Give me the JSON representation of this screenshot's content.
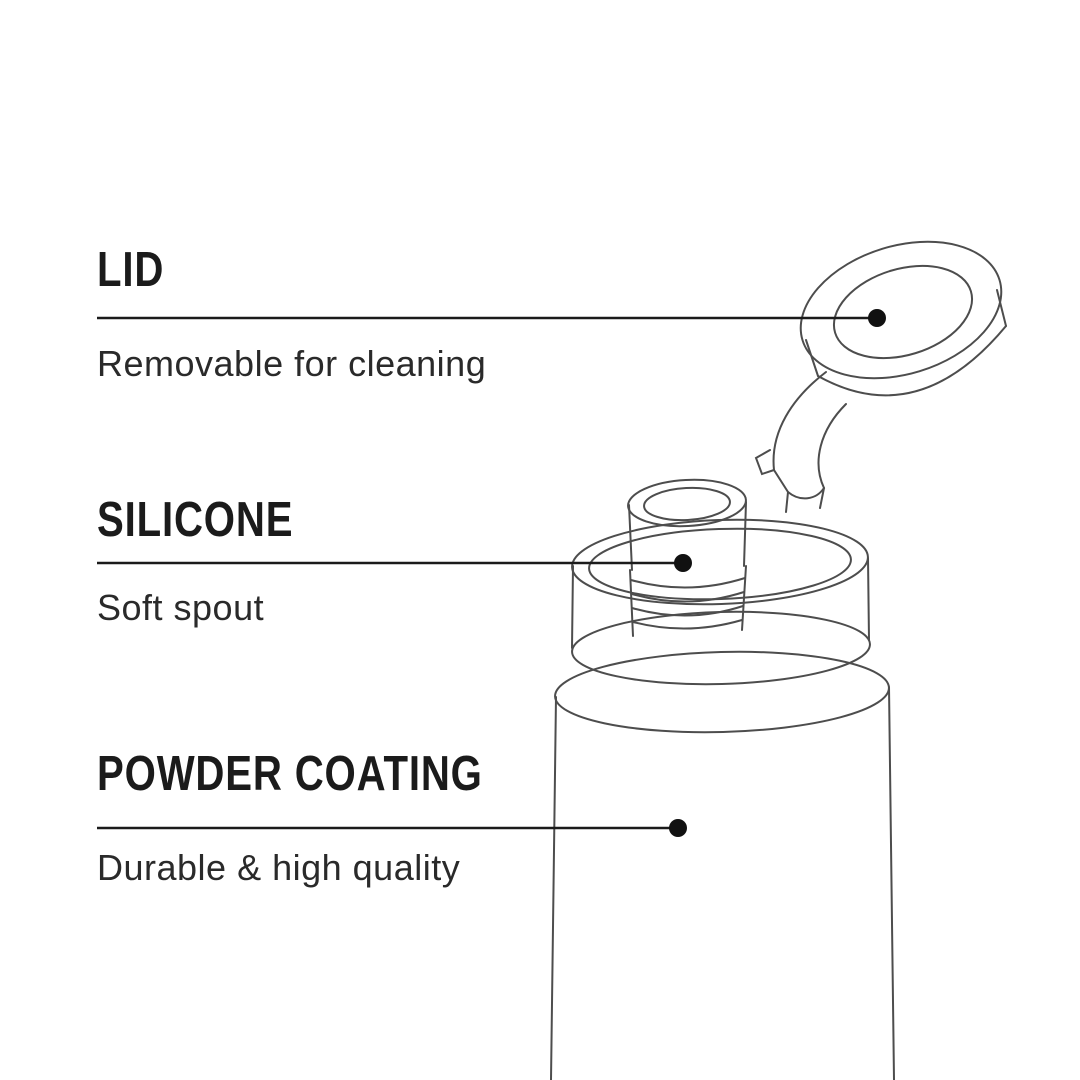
{
  "diagram": {
    "subject": "insulated water bottle with flip lid",
    "callouts": [
      {
        "id": "lid",
        "title": "LID",
        "description": "Removable for cleaning"
      },
      {
        "id": "silicone",
        "title": "SILICONE",
        "description": "Soft spout"
      },
      {
        "id": "powder",
        "title": "POWDER COATING",
        "description": "Durable & high quality"
      }
    ],
    "colors": {
      "background": "#ffffff",
      "text": "#1b1b1b",
      "sketch_line": "#4d4d4d",
      "callout_line": "#1b1b1b",
      "callout_dot": "#111111"
    }
  }
}
